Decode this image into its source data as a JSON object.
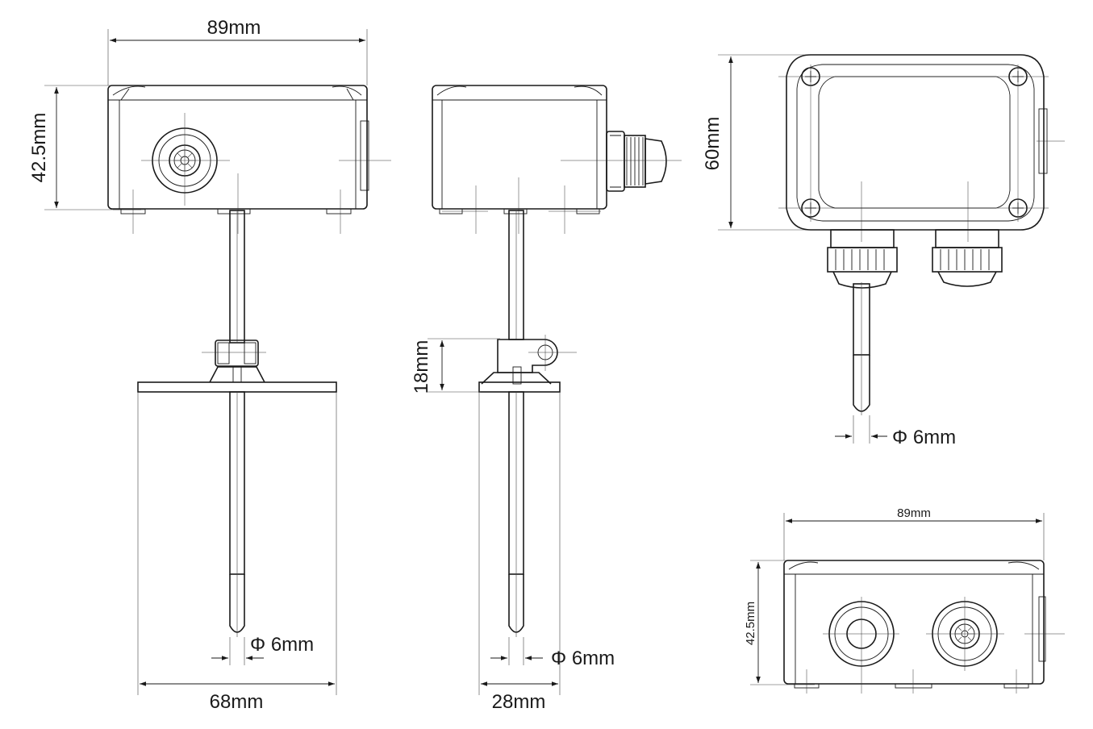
{
  "front_view": {
    "width_label": "89mm",
    "height_label": "42.5mm",
    "probe_dia_label": "Φ 6mm",
    "flange_width_label": "68mm"
  },
  "side_view": {
    "flange_height_label": "18mm",
    "probe_dia_label": "Φ 6mm",
    "flange_width_label": "28mm"
  },
  "top_view": {
    "height_label": "60mm",
    "probe_dia_label": "Φ 6mm"
  },
  "bottom_view": {
    "width_label": "89mm",
    "height_label": "42.5mm"
  }
}
